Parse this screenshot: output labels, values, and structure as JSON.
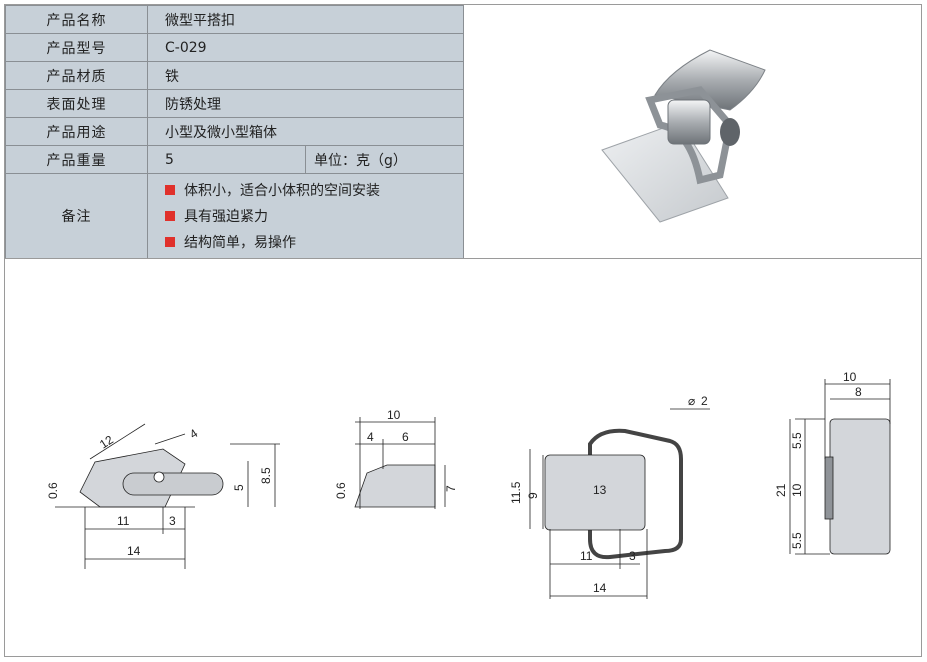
{
  "spec": {
    "rows": [
      {
        "label": "产品名称",
        "value": "微型平搭扣"
      },
      {
        "label": "产品型号",
        "value": "C-029"
      },
      {
        "label": "产品材质",
        "value": "铁"
      },
      {
        "label": "表面处理",
        "value": "防锈处理"
      },
      {
        "label": "产品用途",
        "value": "小型及微小型箱体"
      },
      {
        "label": "产品重量",
        "value": "5",
        "unit": "单位：克（g）"
      }
    ],
    "notes_label": "备注",
    "notes": [
      "体积小，适合小体积的空间安装",
      "具有强迫紧力",
      "结构简单，易操作"
    ]
  },
  "colors": {
    "label_bg": "#c7d0d8",
    "bullet": "#e0302b"
  },
  "drawing": {
    "side": {
      "d12": "12",
      "d4": "4",
      "d06": "0.6",
      "d5": "5",
      "d85": "8.5",
      "d11": "11",
      "d3": "3",
      "d14": "14"
    },
    "profile": {
      "d10": "10",
      "d4": "4",
      "d6": "6",
      "d06": "0.6",
      "d7": "7"
    },
    "front": {
      "phi": "2",
      "d115": "11.5",
      "d9": "9",
      "d13": "13",
      "d11": "11",
      "d3": "3",
      "d14": "14"
    },
    "plate": {
      "d10": "10",
      "d8": "8",
      "d55a": "5.5",
      "d10v": "10",
      "d21": "21",
      "d55b": "5.5"
    }
  }
}
